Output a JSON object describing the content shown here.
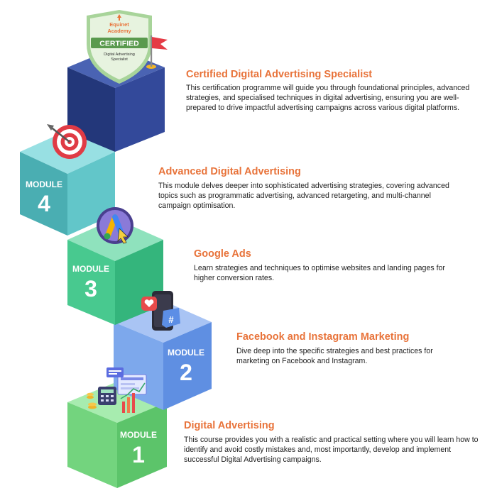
{
  "badge": {
    "brand_line1": "Equinet",
    "brand_line2": "Academy",
    "ribbon": "CERTIFIED",
    "caption_line1": "Digital Advertising",
    "caption_line2": "Specialist"
  },
  "modules": [
    {
      "key": "cert",
      "title": "Certified Digital Advertising Specialist",
      "description": "This certification programme will guide you through foundational principles, advanced strategies, and specialised techniques in digital advertising, ensuring you are well-prepared to drive impactful advertising campaigns across various digital platforms."
    },
    {
      "key": "m4",
      "label": "MODULE",
      "number": "4",
      "title": "Advanced Digital Advertising",
      "description": "This module delves deeper into sophisticated advertising strategies, covering advanced topics such as programmatic advertising, advanced retargeting, and multi-channel campaign optimisation."
    },
    {
      "key": "m3",
      "label": "MODULE",
      "number": "3",
      "title": "Google Ads",
      "description": "Learn strategies and techniques to optimise websites and landing pages for higher conversion rates."
    },
    {
      "key": "m2",
      "label": "MODULE",
      "number": "2",
      "title": "Facebook and Instagram Marketing",
      "description": "Dive deep into the specific strategies and best practices for marketing on Facebook and Instagram."
    },
    {
      "key": "m1",
      "label": "MODULE",
      "number": "1",
      "title": "Digital Advertising",
      "description": "This course provides you with a realistic and practical setting where you will learn how to identify and avoid costly mistakes and, most importantly, develop and implement successful Digital Advertising campaigns."
    }
  ],
  "colors": {
    "title": "#e8733a",
    "cert_cube": "#2f4a93",
    "m4_cube": "#5fc6c9",
    "m3_cube": "#3fc98f",
    "m2_cube": "#6b9be8",
    "m1_cube": "#7fd98a"
  }
}
